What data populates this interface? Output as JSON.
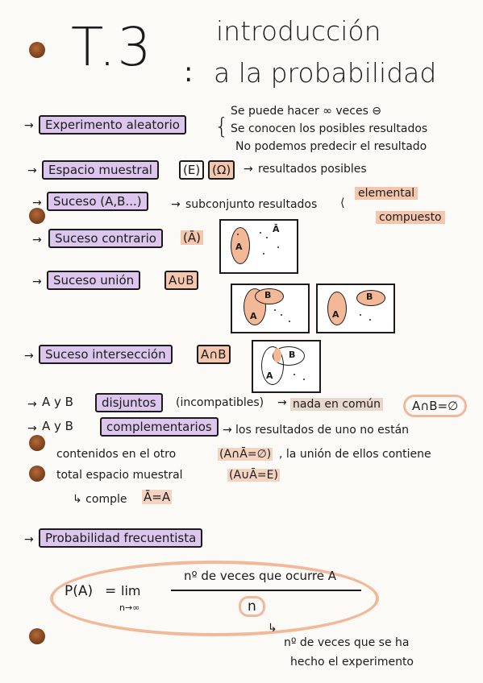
{
  "title": {
    "number": "T.3",
    "colon": ":",
    "line1": "introducción",
    "line2": "a la probabilidad"
  },
  "experimento": {
    "label": "Experimento aleatorio",
    "notes": [
      "Se puede hacer ∞ veces ⊖",
      "Se conocen los posibles resultados",
      "No podemos predecir el resultado"
    ]
  },
  "espacio": {
    "label": "Espacio muestral",
    "sym1": "(E)",
    "sym2": "(Ω)",
    "desc": "resultados posibles"
  },
  "suceso": {
    "label": "Suceso (A,B...)",
    "desc": "subconjunto resultados",
    "kind1": "elemental",
    "kind2": "compuesto"
  },
  "contrario": {
    "label": "Suceso contrario",
    "sym": "(Ā)",
    "venn_a": "A",
    "venn_abar": "Ā"
  },
  "union": {
    "label": "Suceso unión",
    "sym": "A∪B",
    "venn_a": "A",
    "venn_b": "B"
  },
  "interseccion": {
    "label": "Suceso intersección",
    "sym": "A∩B",
    "venn_a": "A",
    "venn_b": "B"
  },
  "disjuntos": {
    "prefix": "A y B",
    "label": "disjuntos",
    "paren": "(incompatibles)",
    "desc": "nada en común",
    "formula": "A∩B=∅"
  },
  "complementarios": {
    "prefix": "A y B",
    "label": "complementarios",
    "line1": "los resultados de uno no están",
    "line2": "contenidos en el otro",
    "f1": "(A∩Ā=∅)",
    "line2b": ", la unión de ellos contiene",
    "line3": "total espacio muestral",
    "f2": "(A∪Ā=E)",
    "line4": "↳ comple",
    "f3": "Ā=A"
  },
  "frecuentista": {
    "label": "Probabilidad frecuentista",
    "lhs": "P(A)",
    "eq": "=",
    "lim": "lim",
    "limsub": "n→∞",
    "numerator": "nº de veces que ocurre A",
    "denominator": "n",
    "note1": "nº de veces que se ha",
    "note2": "hecho el experimento"
  }
}
